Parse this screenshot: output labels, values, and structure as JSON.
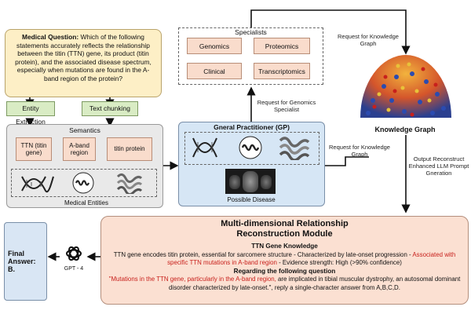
{
  "question": {
    "heading": "Medical Question:",
    "text": "Which of the following statements accurately reflects the relationship between the titin (TTN) gene, its product (titin protein), and the associated disease spectrum, especially when mutations are found in the A-band region of the protein?"
  },
  "steps": {
    "entity_extraction": "Entity Extraction",
    "text_chunking": "Text chunking"
  },
  "semantics": {
    "title": "Semantics",
    "chips": [
      "TTN (titin gene)",
      "A-band region",
      "titin protein"
    ],
    "footer": "Medical Entities"
  },
  "specialists": {
    "title": "Specialists",
    "items": [
      "Genomics",
      "Proteomics",
      "Clinical",
      "Transcriptomics"
    ]
  },
  "gp": {
    "title": "Gneral Practitioner (GP)",
    "caption": "Possible Disease"
  },
  "edges": {
    "request_kg_top": "Request for Knowledge Graph",
    "request_genomics": "Request for Genomics Specialist",
    "request_kg_mid": "Request for Knowledge Graph",
    "output_reconstruct": "Output Reconstruct Enhanced LLM Prompt Gneration"
  },
  "knowledge_graph": {
    "label": "Knowledge Graph"
  },
  "module": {
    "title_line1": "Multi-dimensional Relationship",
    "title_line2": "Reconstruction Module",
    "knowledge_heading": "TTN Gene Knowledge",
    "knowledge_text_a": "TTN gene encodes titin protein, essential for sarcomere structure - Characterized by late-onset progression - ",
    "knowledge_text_red": "Associated with specific TTN mutations in A-band region",
    "knowledge_text_b": " - Evidence strength: High (>90% confidence)",
    "question_heading": "Regarding the following question",
    "question_red": "\"Mutations in the TTN gene, particularly in the A-band region,",
    "question_text": " are implicated in tibial muscular dystrophy, an autosomal dominant disorder characterized by late-onset.\", reply a single-character answer from A,B,C,D."
  },
  "gpt": {
    "label": "GPT - 4"
  },
  "answer": {
    "label": "Final Answer:",
    "value": "B."
  },
  "colors": {
    "question_bg": "#fdefc6",
    "chip_bg": "#f9dccc",
    "gp_bg": "#d6e6f5",
    "module_bg": "#fbe0d2",
    "step_bg": "#d9ecc4",
    "accent_red": "#c8201c"
  }
}
